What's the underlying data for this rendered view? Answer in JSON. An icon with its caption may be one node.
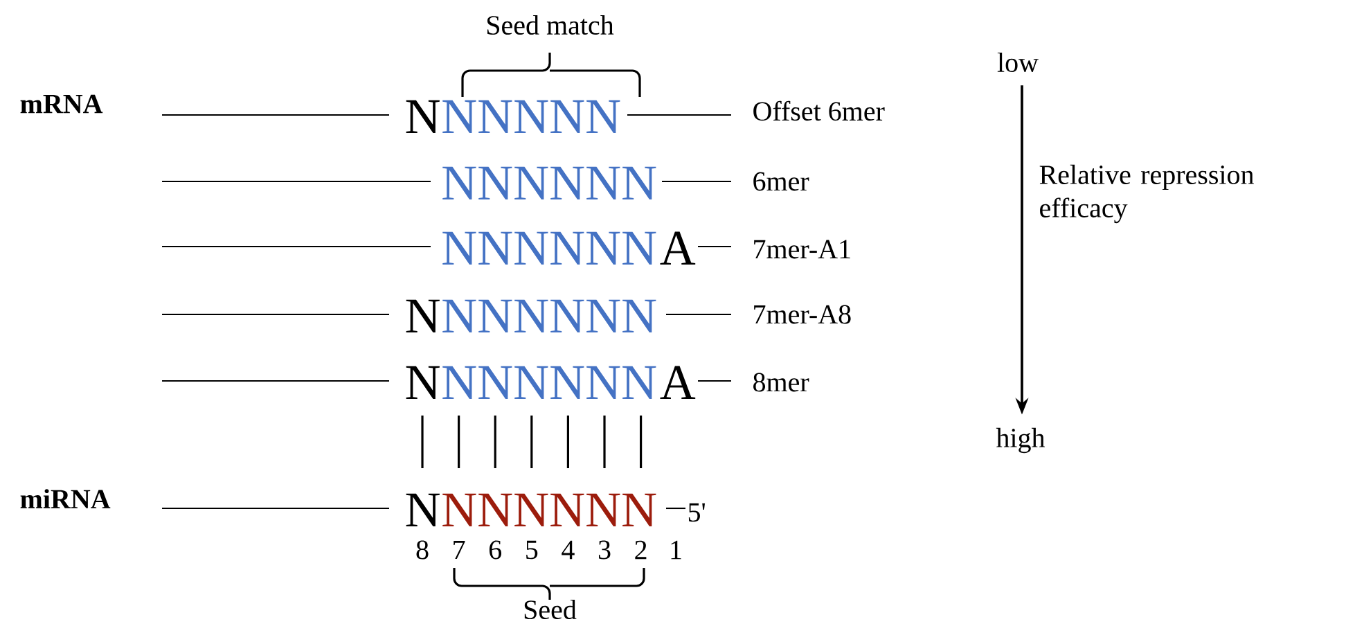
{
  "diagram": {
    "nodes": [
      {
        "text": [
          "low"
        ]
      },
      {
        "text": [
          "high"
        ]
      }
    ],
    "edges": [
      {
        "from": 0,
        "to": 1,
        "arrow": "to"
      }
    ],
    "labels": [
      "Seed match",
      "mRNA",
      "N",
      "NNNNN",
      "Offset 6mer",
      "NNNNNN",
      "6mer",
      "Relative repression efficacy",
      "NNNNNN",
      "A",
      "7mer-A1",
      "N",
      "NNNNNN",
      "7mer-A8",
      "N",
      "NNNNNN",
      "A",
      "8mer",
      "miRNA",
      "N",
      "NNNNNN",
      "5'",
      "8",
      "7",
      "6",
      "5",
      "4",
      "3",
      "2",
      "1",
      "Seed"
    ]
  }
}
